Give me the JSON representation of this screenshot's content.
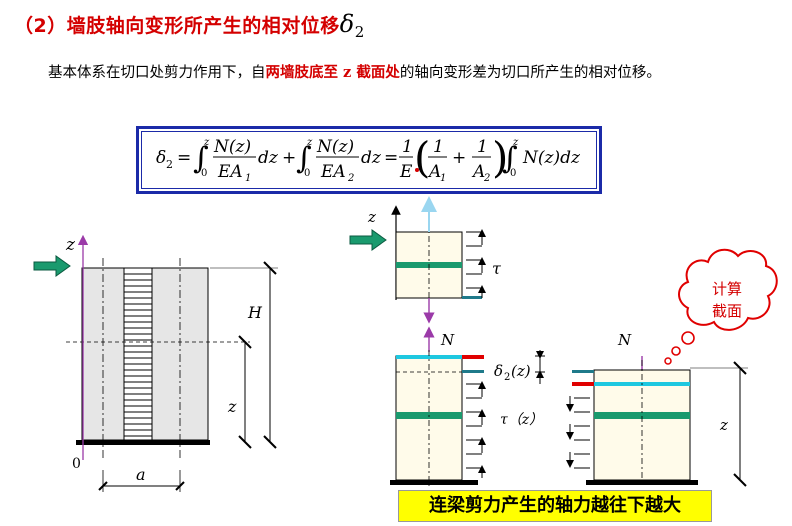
{
  "heading": {
    "prefix": "（2）墙肢轴向变形所产生的相对位移",
    "symbol": "δ",
    "subscript": "2"
  },
  "paragraph": {
    "part1": "基本体系在切口处剪力作用下，自",
    "highlight": "两墙肢底至 z 截面处",
    "part2": "的轴向变形差为切口所产生的相对位移。"
  },
  "formula": {
    "lhs": "δ",
    "lhs_sub": "2",
    "eq": "=",
    "int_upper": "z",
    "int_lower": "0",
    "frac1_num": "N(z)",
    "frac1_den": "EA",
    "frac1_den_sub": "1",
    "dz": "dz",
    "plus": "+",
    "frac2_num": "N(z)",
    "frac2_den": "EA",
    "frac2_den_sub": "2",
    "one": "1",
    "E": "E",
    "A": "A",
    "A1_sub": "1",
    "A2_sub": "2",
    "tail": "N(z)dz"
  },
  "left_figure": {
    "z_axis": "z",
    "H_label": "H",
    "z_label": "z",
    "origin": "0",
    "a_label": "a"
  },
  "right_figure": {
    "z_axis": "z",
    "tau": "τ",
    "N_top": "N",
    "N_right": "N",
    "delta2z": "δ",
    "delta2z_sub": "2",
    "delta2z_arg": "(z)",
    "tau_z": "τ（z）",
    "z_right": "z"
  },
  "cloud_label": [
    "计算",
    "截面"
  ],
  "banner": "连梁剪力产生的轴力越往下越大",
  "colors": {
    "title_red": "#d40000",
    "frame_blue": "#1b2aa8",
    "wall_gray": "#e6e6e6",
    "beam_green": "#1a9a6e",
    "cyan": "#1ec8e0",
    "red_bar": "#e00000",
    "teal_bar": "#1f7a8a",
    "block_fill": "#fffbea",
    "banner_yellow": "#ffff00",
    "arrow_purple": "#9b3aa8",
    "arrow_light": "#9ad6f0"
  }
}
